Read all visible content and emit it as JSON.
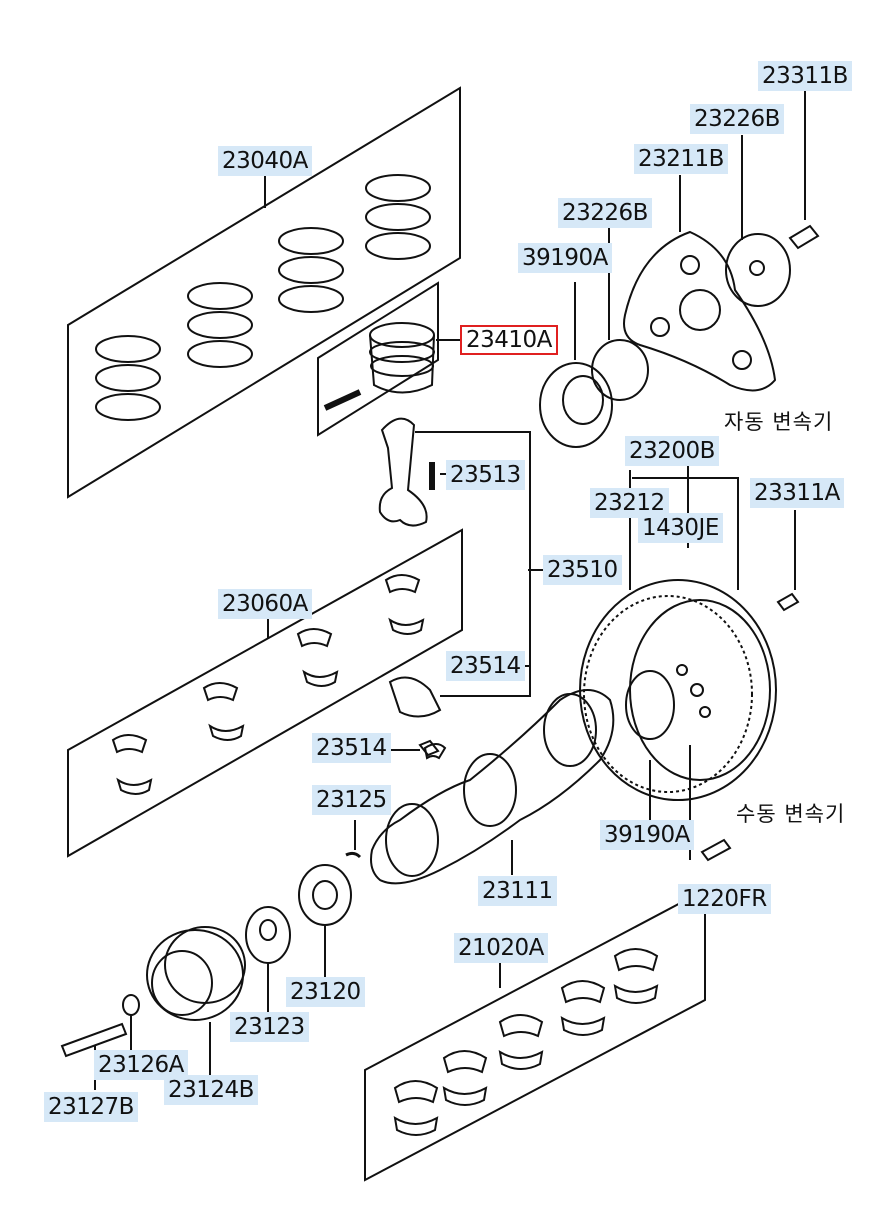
{
  "labels": {
    "p23040A": "23040A",
    "p23311B": "23311B",
    "p23226B_top": "23226B",
    "p23211B": "23211B",
    "p23226B_mid": "23226B",
    "p39190A_top": "39190A",
    "p23410A": "23410A",
    "p23513": "23513",
    "p23200B": "23200B",
    "p23212": "23212",
    "p23311A": "23311A",
    "p1430JE": "1430JE",
    "p23510": "23510",
    "p23060A": "23060A",
    "p23514_upper": "23514",
    "p23514_lower": "23514",
    "p23125": "23125",
    "p39190A_bottom": "39190A",
    "p1220FR": "1220FR",
    "p23111": "23111",
    "p21020A": "21020A",
    "p23120": "23120",
    "p23123": "23123",
    "p23126A": "23126A",
    "p23124B": "23124B",
    "p23127B": "23127B"
  },
  "notes": {
    "automatic": "자동 변속기",
    "manual": "수동 변속기"
  },
  "selected_part": "23410A",
  "colors": {
    "label_background": "#d6e8f7",
    "selected_border": "#e02020",
    "line": "#111111"
  }
}
